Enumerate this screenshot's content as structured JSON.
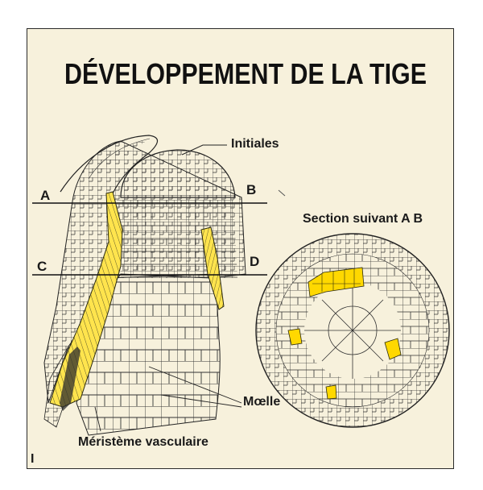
{
  "title": "DÉVELOPPEMENT DE LA TIGE",
  "labels": {
    "initiales": "Initiales",
    "section": "Section suivant A B",
    "a": "A",
    "b": "B",
    "c": "C",
    "d": "D",
    "moelle": "Mœlle",
    "meristeme": "Méristème vasculaire",
    "figure_number": "I"
  },
  "colors": {
    "paper": "#f7f1dc",
    "ink": "#1a1a1a",
    "vascular": "#ffd800"
  }
}
